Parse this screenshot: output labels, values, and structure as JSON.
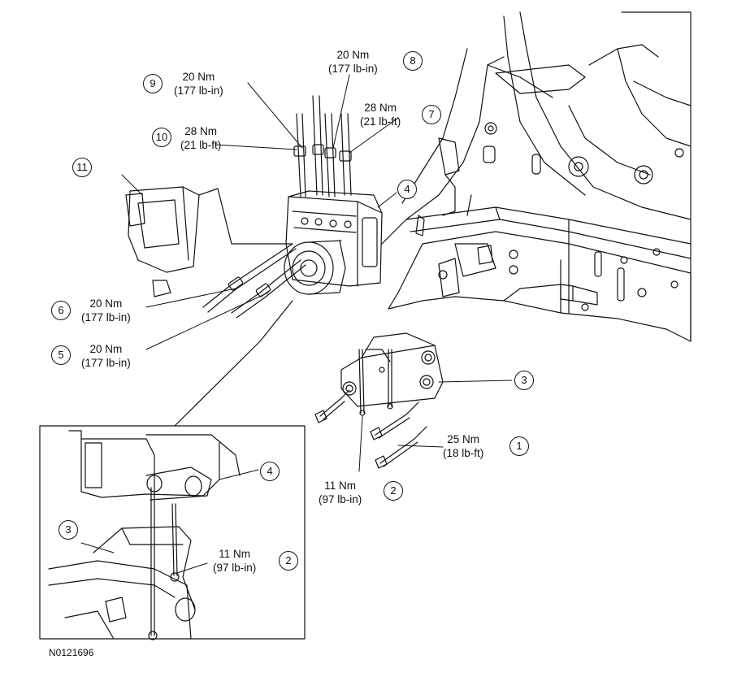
{
  "figure_id": "N0121696",
  "callouts": [
    "1",
    "2",
    "3",
    "4",
    "5",
    "6",
    "7",
    "8",
    "9",
    "10",
    "11",
    "2",
    "3",
    "4"
  ],
  "torques": {
    "t1": {
      "nm": "25 Nm",
      "imperial": "(18 lb-ft)"
    },
    "t2": {
      "nm": "11 Nm",
      "imperial": "(97 lb-in)"
    },
    "t5": {
      "nm": "20 Nm",
      "imperial": "(177 lb-in)"
    },
    "t6": {
      "nm": "20 Nm",
      "imperial": "(177 lb-in)"
    },
    "t7": {
      "nm": "28 Nm",
      "imperial": "(21 lb-ft)"
    },
    "t8": {
      "nm": "20 Nm",
      "imperial": "(177 lb-in)"
    },
    "t9": {
      "nm": "20 Nm",
      "imperial": "(177 lb-in)"
    },
    "t10": {
      "nm": "28 Nm",
      "imperial": "(21 lb-ft)"
    },
    "t2b": {
      "nm": "11 Nm",
      "imperial": "(97 lb-in)"
    }
  }
}
